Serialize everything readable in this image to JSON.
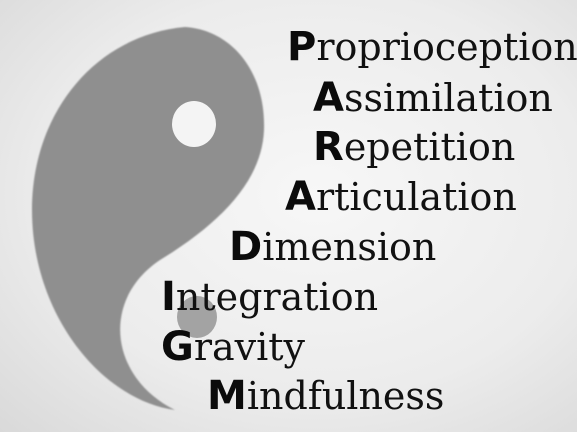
{
  "acrostic": [
    {
      "initial": "P",
      "rest": "roprioception"
    },
    {
      "initial": "A",
      "rest": "ssimilation"
    },
    {
      "initial": "R",
      "rest": "epetition"
    },
    {
      "initial": "A",
      "rest": "rticulation"
    },
    {
      "initial": "D",
      "rest": "imension"
    },
    {
      "initial": "I",
      "rest": "ntegration"
    },
    {
      "initial": "G",
      "rest": "ravity"
    },
    {
      "initial": "M",
      "rest": "indfulness"
    }
  ],
  "colors": {
    "yin_half": "#8f8f8f",
    "yang_half": "#ededed",
    "text": "#111111"
  },
  "icon": "yin-yang-symbol"
}
